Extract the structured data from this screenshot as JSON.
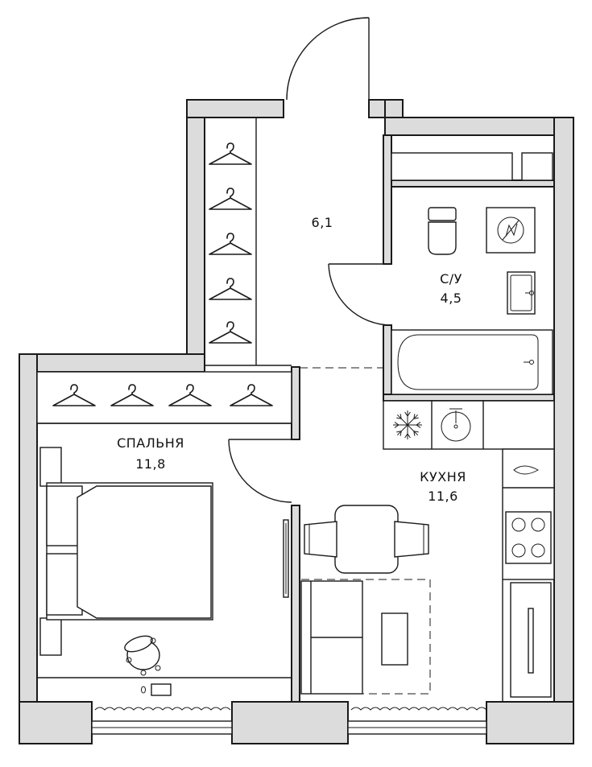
{
  "rooms": {
    "hall": {
      "area": "6,1"
    },
    "bathroom": {
      "name": "С/У",
      "area": "4,5"
    },
    "bedroom": {
      "name": "СПАЛЬНЯ",
      "area": "11,8"
    },
    "kitchen": {
      "name": "КУХНЯ",
      "area": "11,6"
    }
  },
  "icons": {
    "hanger": "coat-hanger-icon",
    "washer": "no-washer-icon",
    "fridge": "snowflake-icon",
    "sink": "sink-icon",
    "stove": "stove-icon",
    "bathtub": "bathtub-icon",
    "toilet": "toilet-icon"
  },
  "colors": {
    "wall_fill": "#dcdcdc",
    "line": "#1a1a1a",
    "background": "#ffffff"
  }
}
